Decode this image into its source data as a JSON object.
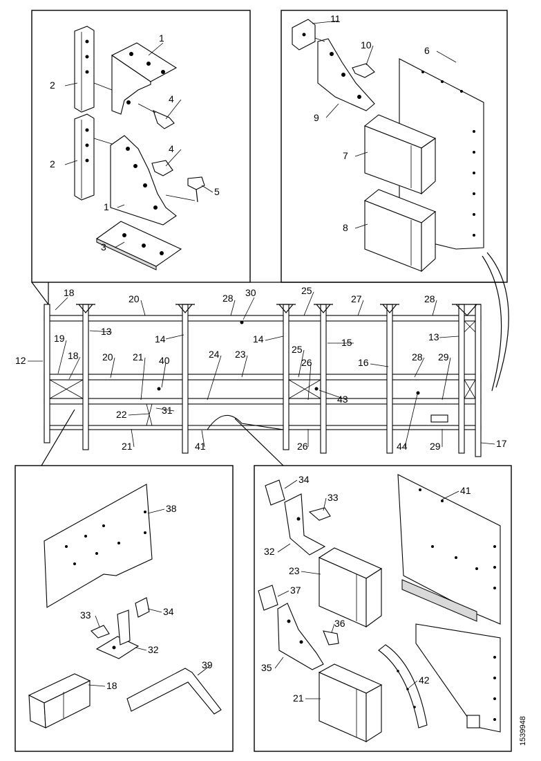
{
  "figure_id": "1539948",
  "panel_top_left": {
    "callouts": [
      "1",
      "2",
      "2",
      "1",
      "4",
      "4",
      "5",
      "3"
    ]
  },
  "panel_top_right": {
    "callouts": [
      "11",
      "10",
      "6",
      "9",
      "7",
      "8"
    ]
  },
  "frame": {
    "callouts": [
      "18",
      "20",
      "28",
      "30",
      "25",
      "27",
      "28",
      "12",
      "19",
      "18",
      "13",
      "14",
      "14",
      "15",
      "16",
      "13",
      "20",
      "21",
      "40",
      "24",
      "23",
      "25",
      "26",
      "43",
      "28",
      "29",
      "22",
      "31",
      "21",
      "41",
      "26",
      "44",
      "29",
      "17"
    ]
  },
  "panel_bottom_left": {
    "callouts": [
      "38",
      "33",
      "34",
      "32",
      "18",
      "39"
    ]
  },
  "panel_bottom_right": {
    "callouts": [
      "34",
      "33",
      "41",
      "32",
      "23",
      "37",
      "36",
      "35",
      "21",
      "42"
    ]
  }
}
